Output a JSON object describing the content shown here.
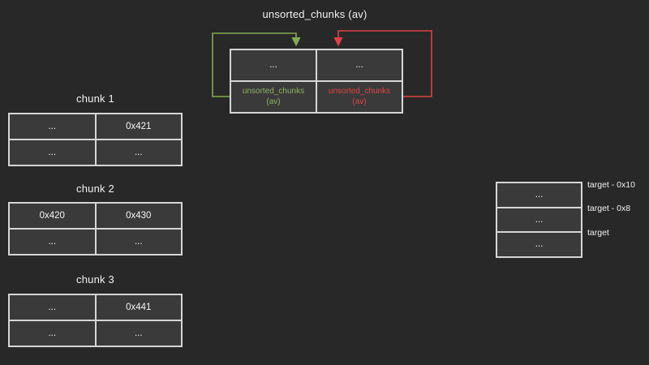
{
  "colors": {
    "background": "#282828",
    "cell_fill": "#3a3a3a",
    "border": "#d6d6d6",
    "text": "#f2f2f2",
    "fd_green": "#84a853",
    "bk_red": "#e04045",
    "green_label": "#93b163",
    "red_label": "#e04548"
  },
  "unsorted_bin": {
    "title": "unsorted_chunks (av)",
    "top_row": [
      "...",
      "..."
    ],
    "bottom_row": [
      {
        "line1": "unsorted_chunks",
        "line2": "(av)"
      },
      {
        "line1": "unsorted_chunks",
        "line2": "(av)"
      }
    ]
  },
  "chunks": [
    {
      "title": "chunk 1",
      "rows": [
        [
          "...",
          "0x421"
        ],
        [
          "...",
          "..."
        ]
      ]
    },
    {
      "title": "chunk 2",
      "rows": [
        [
          "0x420",
          "0x430"
        ],
        [
          "...",
          "..."
        ]
      ]
    },
    {
      "title": "chunk 3",
      "rows": [
        [
          "...",
          "0x441"
        ],
        [
          "...",
          "..."
        ]
      ]
    }
  ],
  "target": {
    "cells": [
      "...",
      "...",
      "..."
    ],
    "labels": [
      "target - 0x10",
      "target - 0x8",
      "target"
    ]
  },
  "arrows": [
    {
      "name": "fd-arrow",
      "color": "#84a853"
    },
    {
      "name": "bk-arrow",
      "color": "#e04045"
    }
  ]
}
